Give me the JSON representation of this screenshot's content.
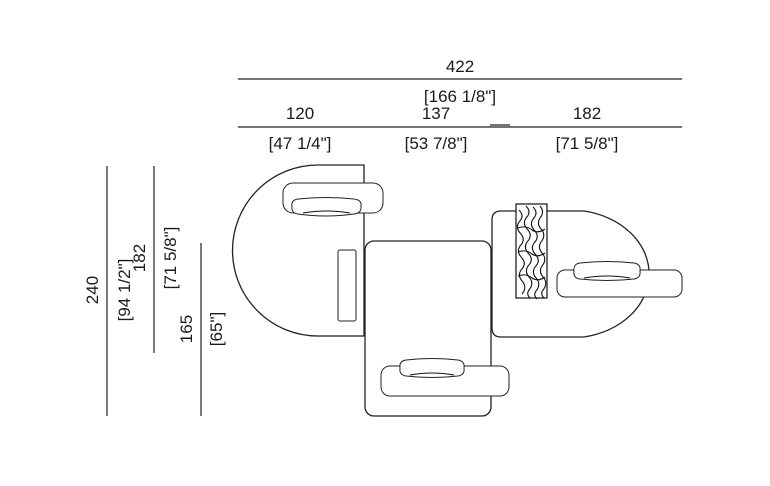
{
  "dimensions": {
    "overall_width": {
      "cm": "422",
      "in": "[166 1/8\"]"
    },
    "module_left": {
      "cm": "120",
      "in": "[47 1/4\"]"
    },
    "module_middle": {
      "cm": "137",
      "in": "[53 7/8\"]"
    },
    "module_right": {
      "cm": "182",
      "in": "[71 5/8\"]"
    },
    "overall_depth": {
      "cm": "240",
      "in": "[94 1/2\"]"
    },
    "depth_mid": {
      "cm": "182",
      "in": "[71 5/8\"]"
    },
    "depth_small": {
      "cm": "165",
      "in": "[65\"]"
    }
  }
}
